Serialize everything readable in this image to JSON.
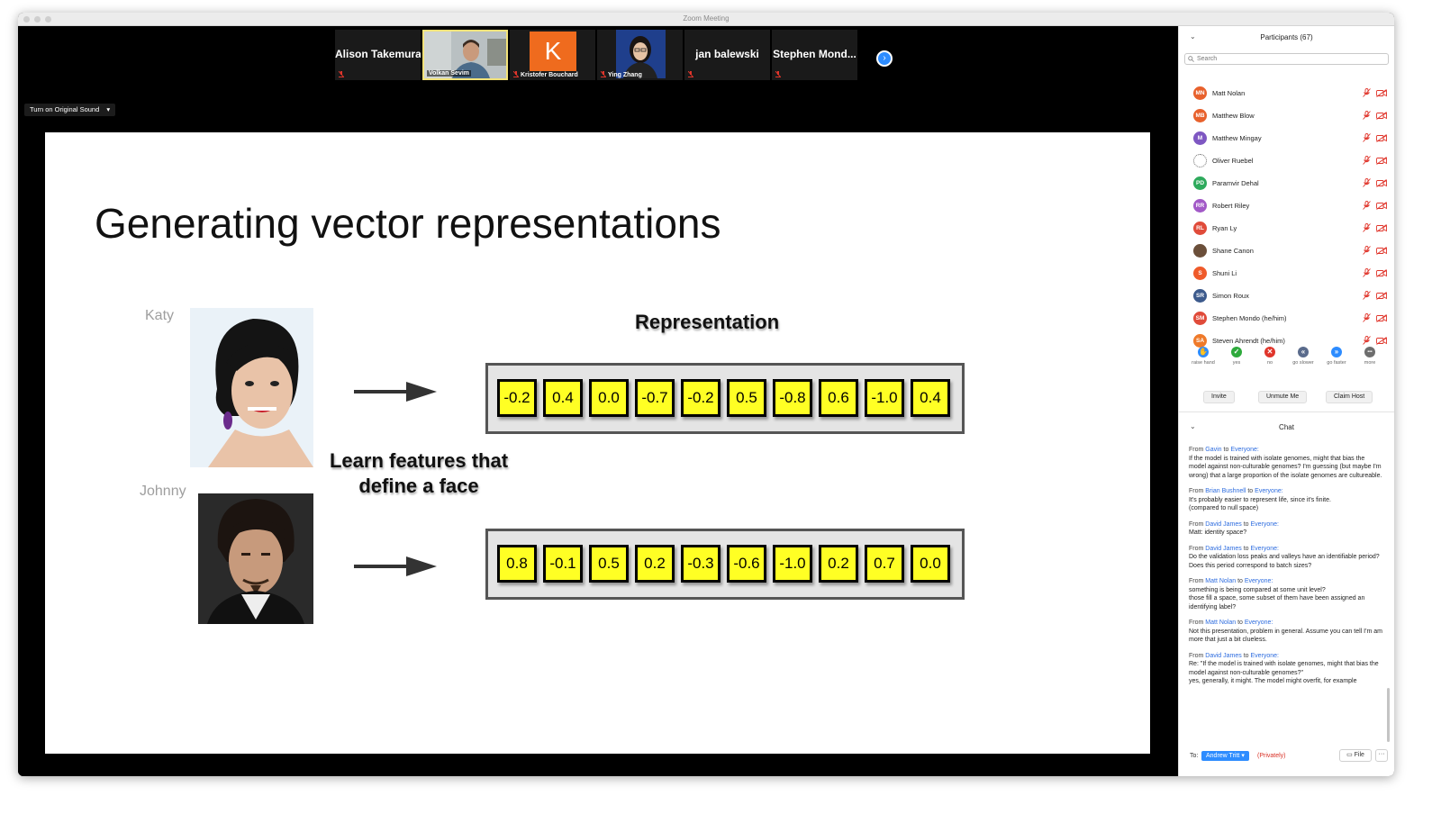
{
  "window": {
    "title": "Zoom Meeting"
  },
  "gallery": {
    "tiles": [
      {
        "name": "Alison Takemura",
        "type": "name",
        "muted": true
      },
      {
        "name": "Volkan Sevim",
        "type": "video",
        "muted": false
      },
      {
        "name": "Kristofer Bouchard",
        "type": "initial",
        "initial": "K",
        "muted": true
      },
      {
        "name": "Ying Zhang",
        "type": "video",
        "muted": true
      },
      {
        "name": "jan balewski",
        "type": "name",
        "muted": true
      },
      {
        "name": "Stephen Mond...",
        "type": "name",
        "muted": true
      }
    ]
  },
  "controls": {
    "original_sound": "Turn on Original Sound"
  },
  "slide": {
    "title": "Generating vector representations",
    "representation_label": "Representation",
    "learn_line1": "Learn features that",
    "learn_line2": "define a face",
    "faces": [
      {
        "name": "Katy",
        "vector": [
          "-0.2",
          "0.4",
          "0.0",
          "-0.7",
          "-0.2",
          "0.5",
          "-0.8",
          "0.6",
          "-1.0",
          "0.4"
        ]
      },
      {
        "name": "Johnny",
        "vector": [
          "0.8",
          "-0.1",
          "0.5",
          "0.2",
          "-0.3",
          "-0.6",
          "-1.0",
          "0.2",
          "0.7",
          "0.0"
        ]
      }
    ]
  },
  "participants": {
    "header": "Participants (67)",
    "search_placeholder": "Search",
    "list": [
      {
        "name": "Matt Nolan",
        "initials": "MN",
        "color": "#e8612c"
      },
      {
        "name": "Matthew Blow",
        "initials": "MB",
        "color": "#e8612c"
      },
      {
        "name": "Matthew Mingay",
        "initials": "M",
        "color": "#7e57c2"
      },
      {
        "name": "Oliver Ruebel",
        "initials": "",
        "color": "#ffffff"
      },
      {
        "name": "Paramvir Dehal",
        "initials": "PD",
        "color": "#2eaa5c"
      },
      {
        "name": "Robert Riley",
        "initials": "RR",
        "color": "#a259c7"
      },
      {
        "name": "Ryan Ly",
        "initials": "RL",
        "color": "#e04b3a"
      },
      {
        "name": "Shane Canon",
        "initials": "",
        "color": "#6b4f3a"
      },
      {
        "name": "Shuni Li",
        "initials": "S",
        "color": "#ef5a2a"
      },
      {
        "name": "Simon Roux",
        "initials": "SR",
        "color": "#3c5a8c"
      },
      {
        "name": "Stephen Mondo (he/him)",
        "initials": "SM",
        "color": "#e04b3a"
      },
      {
        "name": "Steven Ahrendt (he/him)",
        "initials": "SA",
        "color": "#ef7a2a"
      }
    ],
    "reactions": [
      {
        "label": "raise hand",
        "glyph": "✋",
        "color": "#2d8cff"
      },
      {
        "label": "yes",
        "glyph": "✓",
        "color": "#2eaa3c"
      },
      {
        "label": "no",
        "glyph": "✕",
        "color": "#e0352b"
      },
      {
        "label": "go slower",
        "glyph": "«",
        "color": "#5a6b8c"
      },
      {
        "label": "go faster",
        "glyph": "»",
        "color": "#2d8cff"
      },
      {
        "label": "more",
        "glyph": "•••",
        "color": "#6d6d6d"
      }
    ],
    "buttons": {
      "invite": "Invite",
      "unmute": "Unmute Me",
      "claim_host": "Claim Host"
    }
  },
  "chat": {
    "header": "Chat",
    "messages": [
      {
        "from": "Gavin",
        "to": "Everyone:",
        "text": "If the model is trained with isolate genomes, might that bias the model against non-culturable genomes? I'm guessing (but maybe I'm wrong) that a large proportion of the isolate genomes are cultureable."
      },
      {
        "from": "Brian Bushnell",
        "to": "Everyone:",
        "text": "It's probably easier to represent life, since it's finite.\n(compared to null space)"
      },
      {
        "from": "David James",
        "to": "Everyone:",
        "text": "Matt: identity space?"
      },
      {
        "from": "David James",
        "to": "Everyone:",
        "text": "Do the validation loss peaks and valleys have an identifiable period? Does this period correspond to batch sizes?"
      },
      {
        "from": "Matt Nolan",
        "to": "Everyone:",
        "text": "something is being compared at some unit level?\nthose fill a space, some subset of them have been assigned an identifying label?"
      },
      {
        "from": "Matt Nolan",
        "to": "Everyone:",
        "text": "Not this presentation, problem in general.  Assume you can tell I'm am more that just a bit clueless."
      },
      {
        "from": "David James",
        "to": "Everyone:",
        "text": "Re: \"If the model is trained with isolate genomes, might that bias the model against non-culturable genomes?\"\nyes, generally, it might. The model might overfit, for example"
      }
    ],
    "to_label": "To:",
    "recipient": "Andrew Tritt",
    "privately": "(Privately)",
    "file_label": "File",
    "more_label": "···"
  }
}
